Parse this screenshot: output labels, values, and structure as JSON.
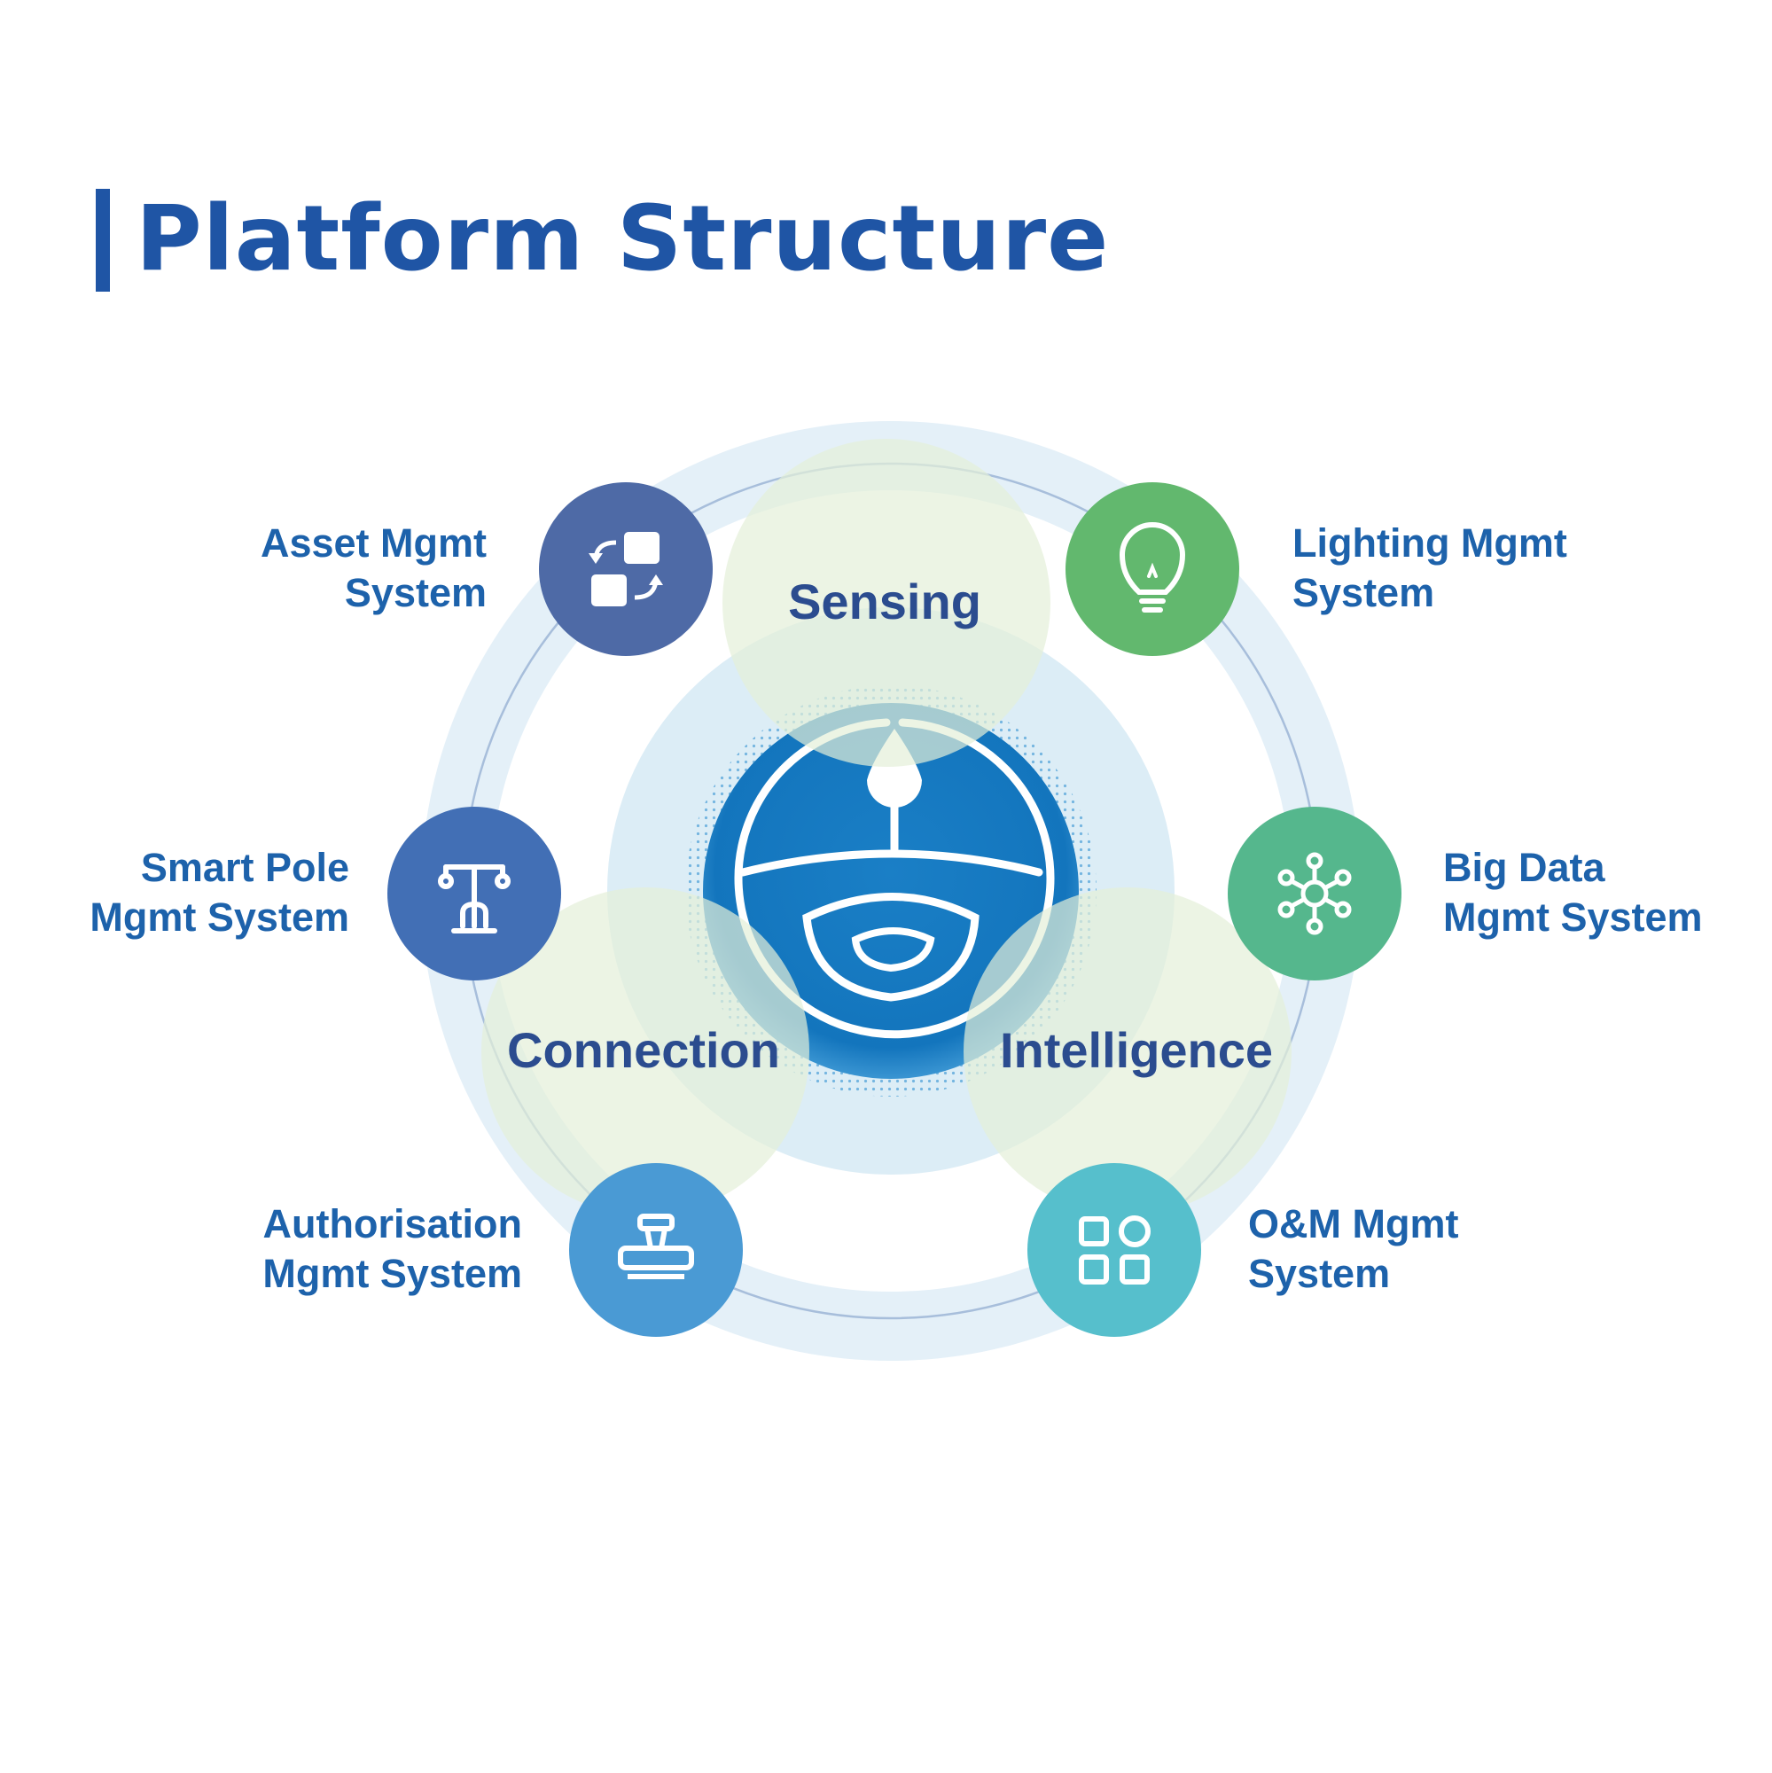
{
  "header": {
    "title": "Platform Structure"
  },
  "colors": {
    "title": "#1f55a5",
    "label_text": "#1d62ab",
    "core_label_text": "#2b4c8f",
    "outer_ring": "#e4f0f8",
    "inner_disc": "#dcedf6",
    "venn_circle": "#e9f3df",
    "core_blue": "#1375bd",
    "asset": "#4e6aa6",
    "smart_pole": "#426fb5",
    "authorisation": "#4a9ad4",
    "lighting": "#62b86e",
    "big_data": "#55b78d",
    "om": "#56bfcc"
  },
  "core": {
    "labels": [
      "Sensing",
      "Connection",
      "Intelligence"
    ]
  },
  "systems": {
    "asset": {
      "line1": "Asset Mgmt",
      "line2": "System",
      "icon": "swap-blocks-icon"
    },
    "smart_pole": {
      "line1": "Smart Pole",
      "line2": "Mgmt System",
      "icon": "smart-pole-icon"
    },
    "authorisation": {
      "line1": "Authorisation",
      "line2": "Mgmt System",
      "icon": "stamp-icon"
    },
    "lighting": {
      "line1": "Lighting Mgmt",
      "line2": "System",
      "icon": "light-bulb-icon"
    },
    "big_data": {
      "line1": "Big Data",
      "line2": "Mgmt System",
      "icon": "network-hub-icon"
    },
    "om": {
      "line1": "O&M Mgmt",
      "line2": "System",
      "icon": "app-grid-icon"
    }
  }
}
